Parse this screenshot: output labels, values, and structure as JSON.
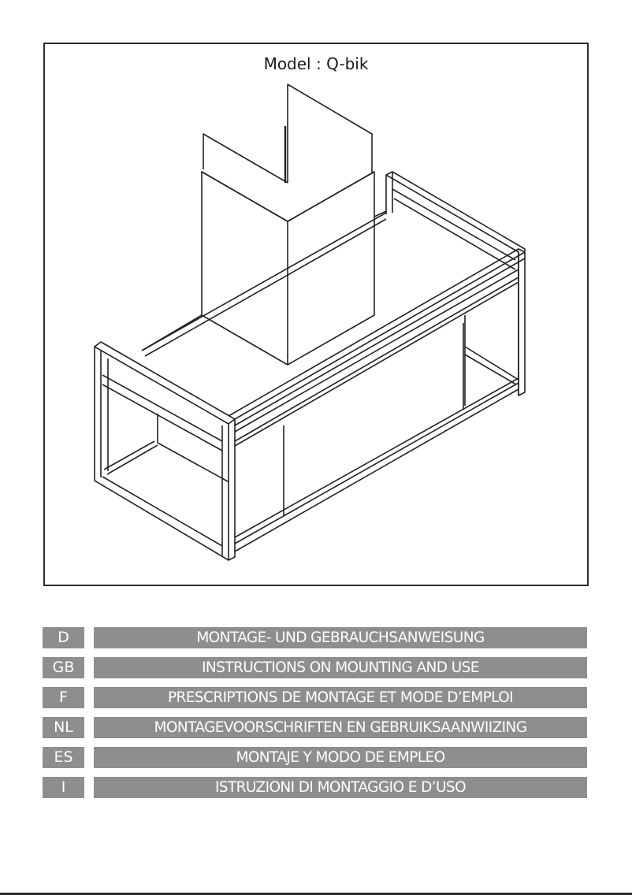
{
  "cover": {
    "model_label": "Model : Q-bik",
    "illustration": "isometric-line-drawing-island-cooker-hood-with-rectangular-frame"
  },
  "languages": [
    {
      "code": "D",
      "title": "MONTAGE- UND GEBRAUCHSANWEISUNG"
    },
    {
      "code": "GB",
      "title": "INSTRUCTIONS ON MOUNTING AND USE"
    },
    {
      "code": "F",
      "title": "PRESCRIPTIONS DE MONTAGE ET MODE D’EMPLOI"
    },
    {
      "code": "NL",
      "title": "MONTAGEVOORSCHRIFTEN EN GEBRUIKSAANWIIZING"
    },
    {
      "code": "ES",
      "title": "MONTAJE Y MODO DE EMPLEO"
    },
    {
      "code": "I",
      "title": "ISTRUZIONI DI MONTAGGIO E D’USO"
    }
  ],
  "colors": {
    "bar_fill": "#8e8e8e",
    "bar_text": "#ffffff",
    "line": "#2b2b2b"
  }
}
